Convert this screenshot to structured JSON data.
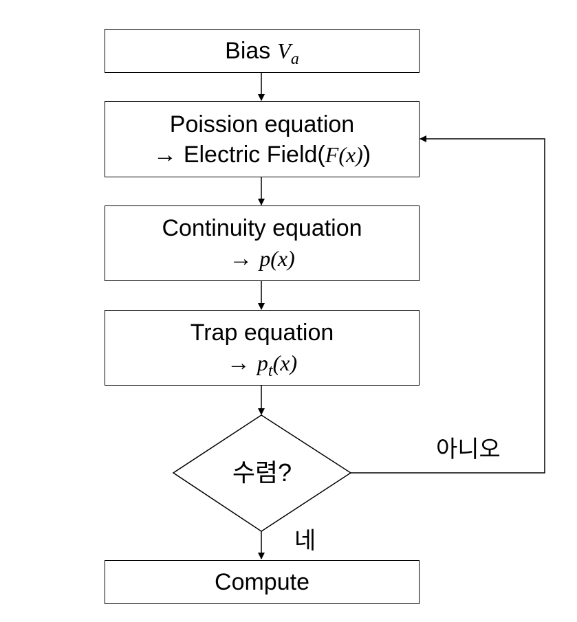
{
  "steps": {
    "bias": {
      "label": "Bias",
      "var": "V",
      "sub": "a"
    },
    "poisson": {
      "line1": "Poission equation",
      "arrow": "→",
      "line2_text": "Electric Field(",
      "line2_math": "F(x)",
      "line2_close": ")"
    },
    "continuity": {
      "line1": "Continuity equation",
      "arrow": "→",
      "math": "p(x)"
    },
    "trap": {
      "line1": "Trap equation",
      "arrow": "→",
      "math_var": "p",
      "math_sub": "t",
      "math_tail": "(x)"
    },
    "decision": {
      "label": "수렴?",
      "no_label": "아니오",
      "yes_label": "네"
    },
    "compute": {
      "label": "Compute"
    }
  }
}
